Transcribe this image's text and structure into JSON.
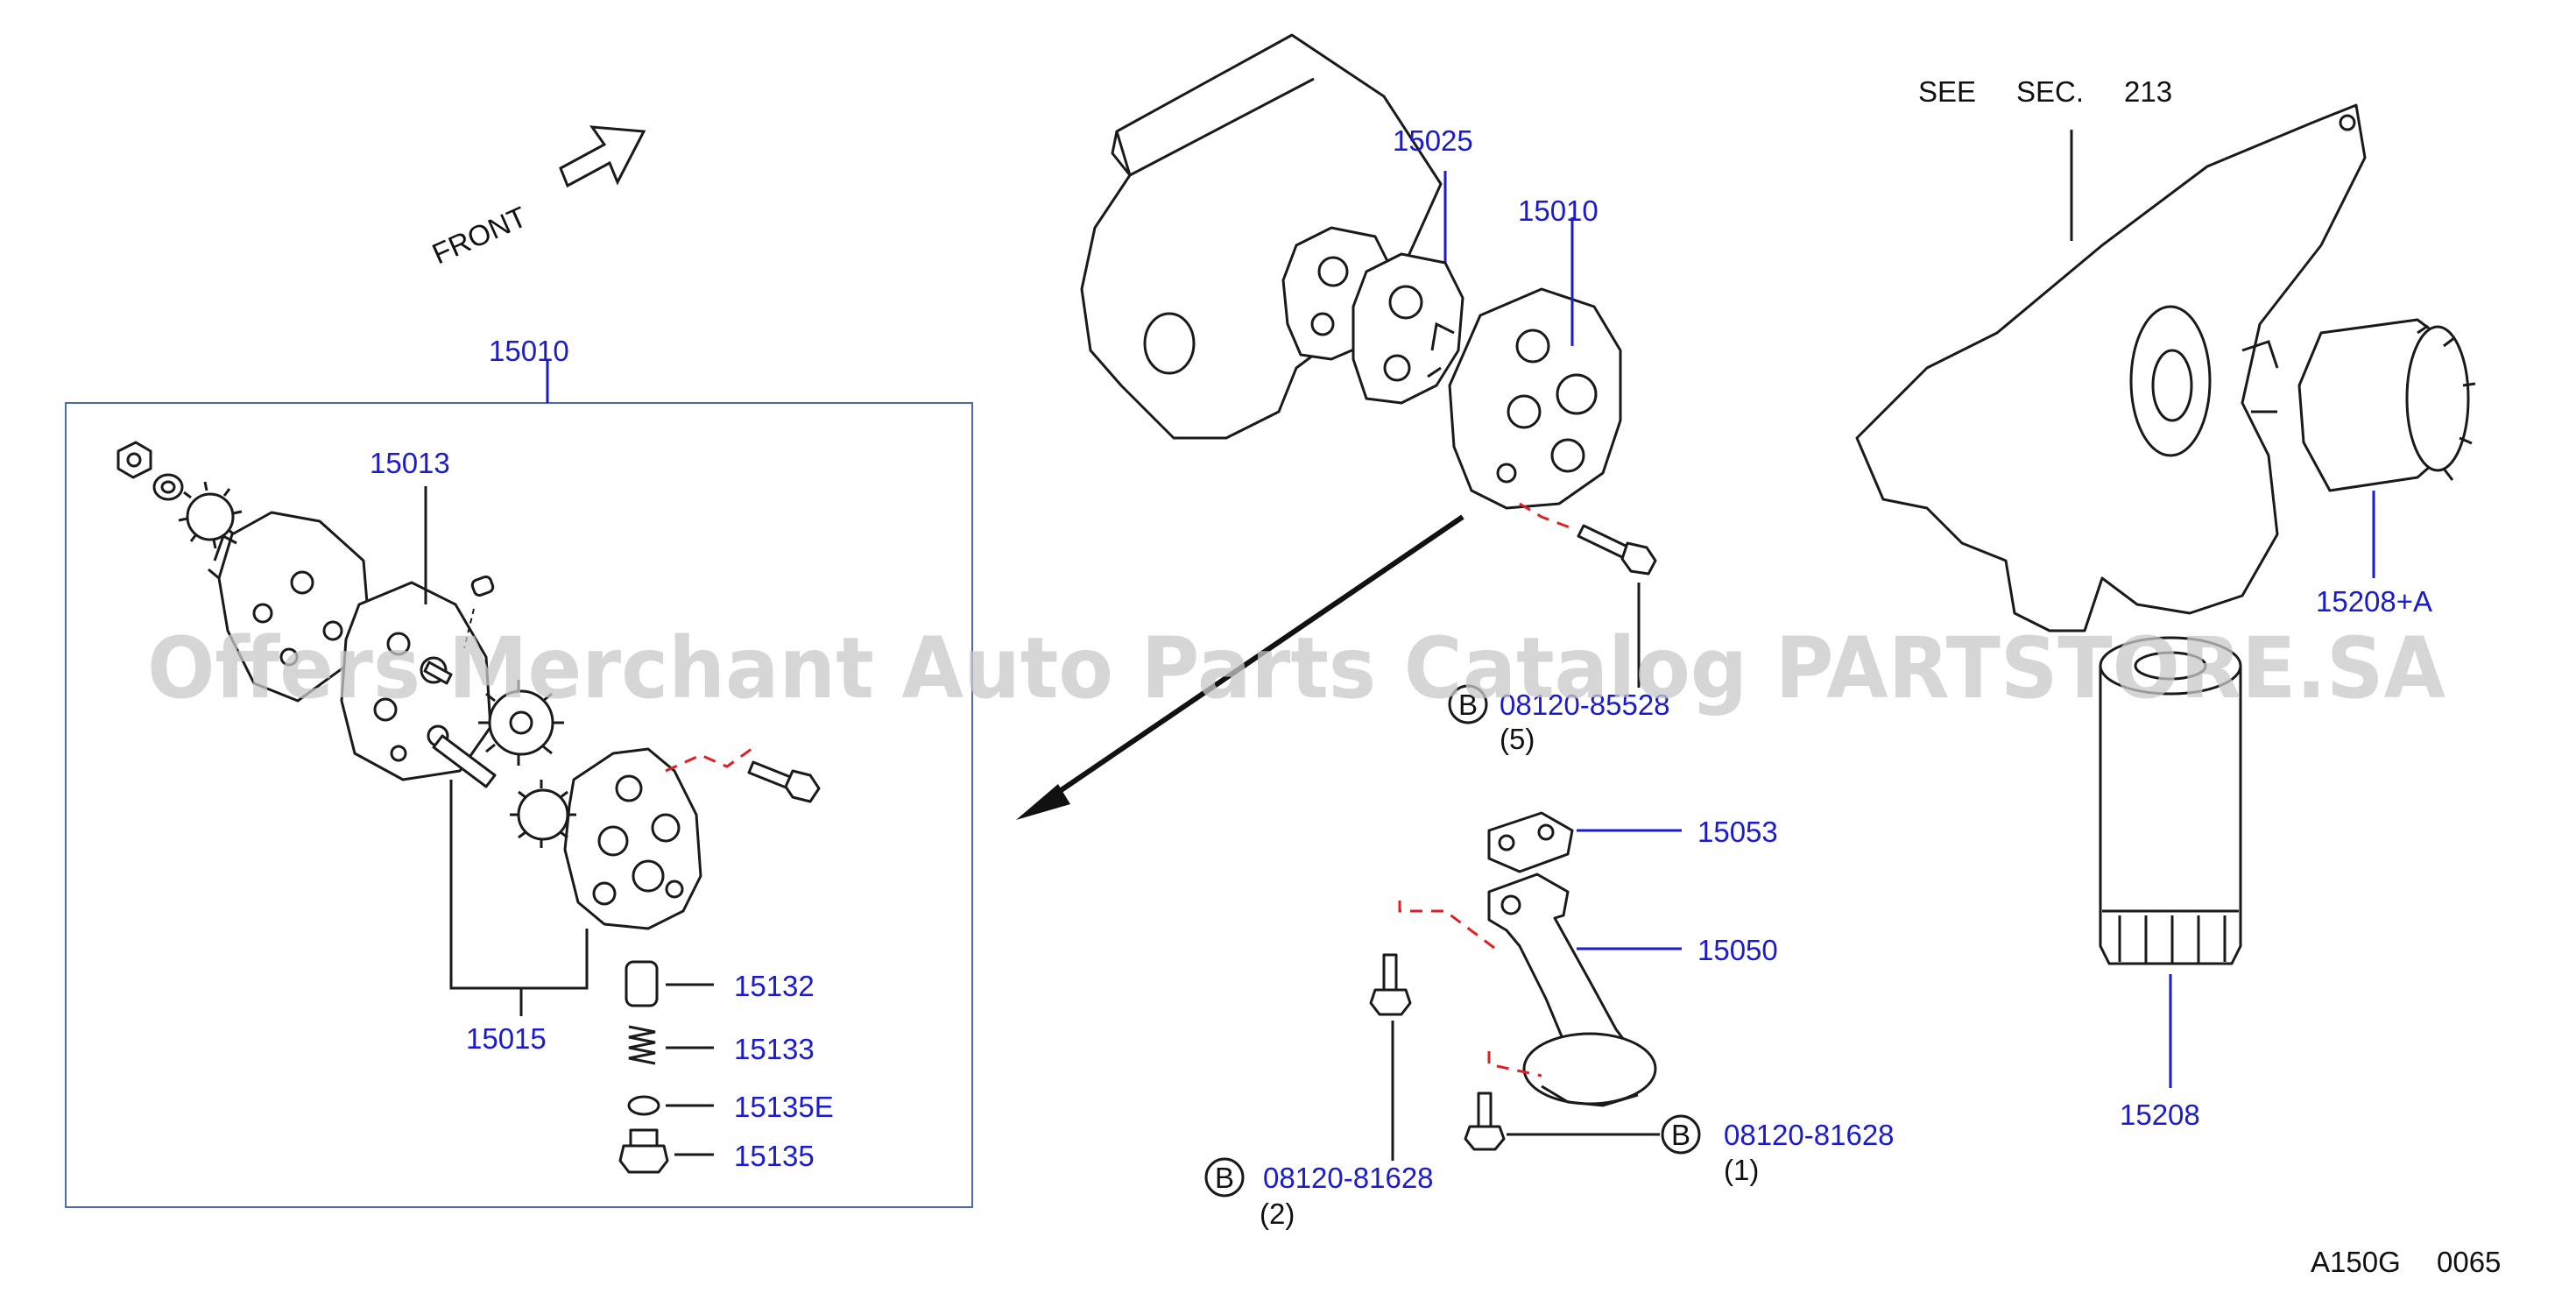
{
  "front_label": "FRONT",
  "see_section": {
    "see": "SEE",
    "sec": "SEC.",
    "num": "213"
  },
  "footer_code": {
    "ref": "A150G",
    "num": "0065"
  },
  "watermark": "Offers Merchant Auto Parts Catalog PARTSTORE.SA",
  "callouts": {
    "p15010_box": "15010",
    "p15013": "15013",
    "p15015": "15015",
    "p15132": "15132",
    "p15133": "15133",
    "p15135e": "15135E",
    "p15135": "15135",
    "p15025": "15025",
    "p15010": "15010",
    "p15053": "15053",
    "p15050": "15050",
    "p15208a": "15208+A",
    "p15208": "15208"
  },
  "bolts": {
    "top": {
      "badge": "B",
      "part": "08120-85528",
      "qty": "(5)"
    },
    "right": {
      "badge": "B",
      "part": "08120-81628",
      "qty": "(1)"
    },
    "left": {
      "badge": "B",
      "part": "08120-81628",
      "qty": "(2)"
    }
  },
  "colors": {
    "callout": "#1a1ad0",
    "guide_dash": "#e02020",
    "frame": "#4a6aa8",
    "watermark": "#c8c8c8"
  }
}
